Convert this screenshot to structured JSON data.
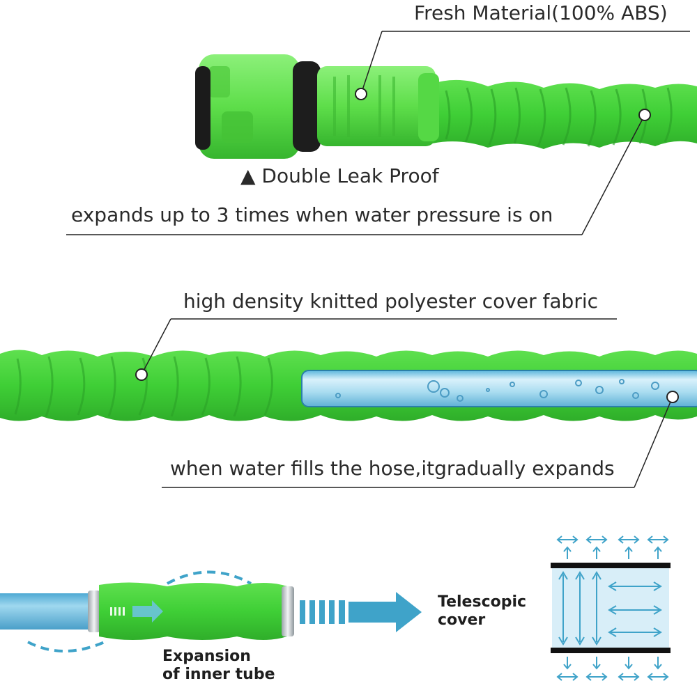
{
  "callouts": {
    "fresh_material": "Fresh Material(100% ABS)",
    "double_leak_proof": "▲ Double Leak Proof",
    "expands": "expands up to 3 times when water pressure is on",
    "knitted_fabric": "high density knitted polyester cover fabric",
    "water_fills": "when water fills the hose,itgradually expands"
  },
  "diagram": {
    "telescopic_line1": "Telescopic",
    "telescopic_line2": "cover",
    "expansion_line1": "Expansion",
    "expansion_line2": "of inner tube"
  },
  "colors": {
    "hose_green": "#3fd13a",
    "connector_green": "#5fe04a",
    "tube_blue": "#8fd0ea",
    "arrow_blue": "#3fa3c9",
    "line_black": "#222222"
  }
}
